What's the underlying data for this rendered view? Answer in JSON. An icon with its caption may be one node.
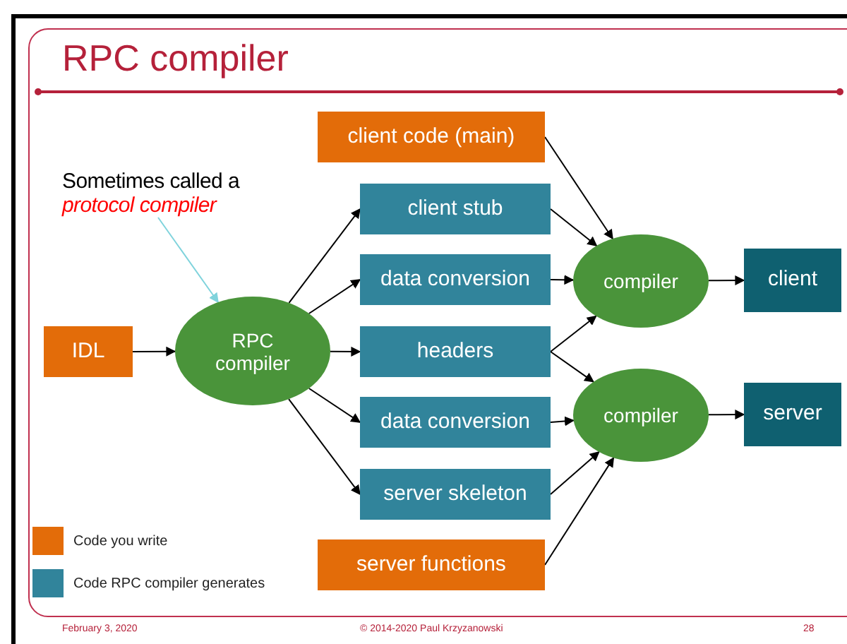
{
  "diagram": {
    "title": "RPC compiler",
    "nodes": [
      {
        "text": [
          "Sometimes called a *protocol compiler*"
        ]
      },
      {
        "text": [
          "IDL"
        ]
      },
      {
        "text": [
          "RPC compiler"
        ]
      },
      {
        "text": [
          "client code (main)"
        ]
      },
      {
        "text": [
          "client stub"
        ]
      },
      {
        "text": [
          "data conversion"
        ]
      },
      {
        "text": [
          "headers"
        ]
      },
      {
        "text": [
          "data conversion"
        ]
      },
      {
        "text": [
          "server skeleton"
        ]
      },
      {
        "text": [
          "server functions"
        ]
      },
      {
        "text": [
          "compiler"
        ]
      },
      {
        "text": [
          "client"
        ]
      },
      {
        "text": [
          "compiler"
        ]
      },
      {
        "text": [
          "server"
        ]
      }
    ],
    "edges": [
      {
        "from": 0,
        "to": 2,
        "arrow": "to",
        "color": "#7fd3dc"
      },
      {
        "from": 1,
        "to": 2,
        "arrow": "to"
      },
      {
        "from": 2,
        "to": 4,
        "arrow": "to"
      },
      {
        "from": 2,
        "to": 5,
        "arrow": "to"
      },
      {
        "from": 2,
        "to": 6,
        "arrow": "to"
      },
      {
        "from": 2,
        "to": 7,
        "arrow": "to"
      },
      {
        "from": 2,
        "to": 8,
        "arrow": "to"
      },
      {
        "from": 3,
        "to": 10,
        "arrow": "to"
      },
      {
        "from": 4,
        "to": 10,
        "arrow": "to"
      },
      {
        "from": 5,
        "to": 10,
        "arrow": "to"
      },
      {
        "from": 6,
        "to": 10,
        "arrow": "to"
      },
      {
        "from": 6,
        "to": 12,
        "arrow": "to"
      },
      {
        "from": 7,
        "to": 12,
        "arrow": "to"
      },
      {
        "from": 8,
        "to": 12,
        "arrow": "to"
      },
      {
        "from": 9,
        "to": 12,
        "arrow": "to"
      },
      {
        "from": 10,
        "to": 11,
        "arrow": "to"
      },
      {
        "from": 12,
        "to": 13,
        "arrow": "to"
      }
    ],
    "labels": [
      "February 3, 2020",
      "© 2014-2020 Paul Krzyzanowski",
      "28"
    ],
    "legend": [
      {
        "text": "Code you write",
        "color": "#e36c09"
      },
      {
        "text": "Code RPC compiler generates",
        "color": "#31849b"
      }
    ]
  }
}
